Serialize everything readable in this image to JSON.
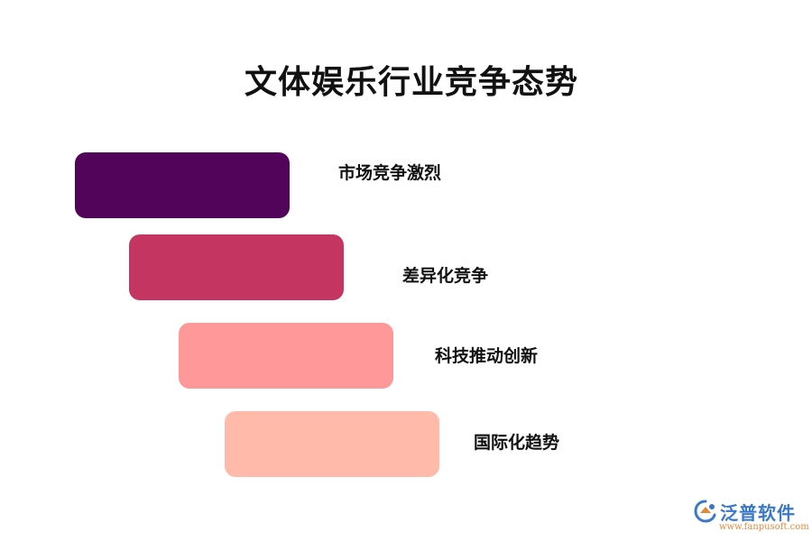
{
  "title": "文体娱乐行业竞争态势",
  "items": [
    {
      "label": "市场竞争激烈",
      "color": "#52035A"
    },
    {
      "label": "差异化竞争",
      "color": "#C53562"
    },
    {
      "label": "科技推动创新",
      "color": "#FF9898"
    },
    {
      "label": "国际化趋势",
      "color": "#FFBAAA"
    }
  ],
  "logo": {
    "name": "泛普软件",
    "url": "www.fanpusoft.com",
    "icon": "fanpu-logo-icon"
  }
}
